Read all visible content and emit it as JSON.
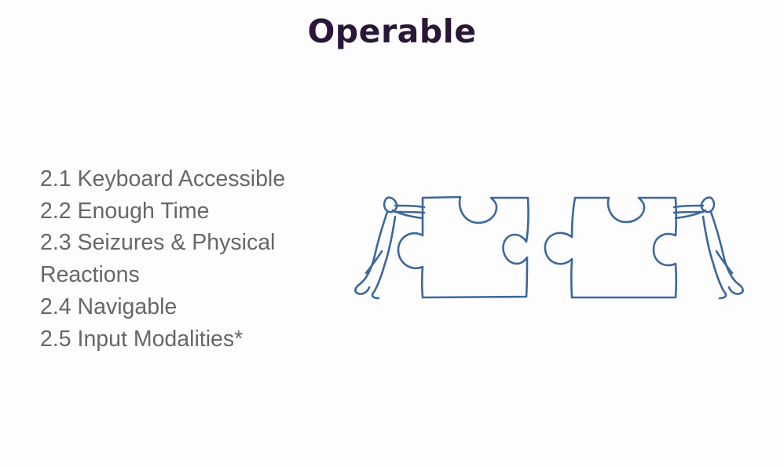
{
  "slide": {
    "title": "Operable",
    "items": [
      "2.1 Keyboard Accessible",
      "2.2 Enough Time",
      "2.3 Seizures & Physical Reactions",
      "2.4 Navigable",
      "2.5 Input Modalities*"
    ]
  },
  "colors": {
    "title": "#2a1738",
    "text": "#676767",
    "outline": "#3d679b"
  },
  "illustration": {
    "icon": "people-pushing-puzzle-pieces-icon"
  }
}
